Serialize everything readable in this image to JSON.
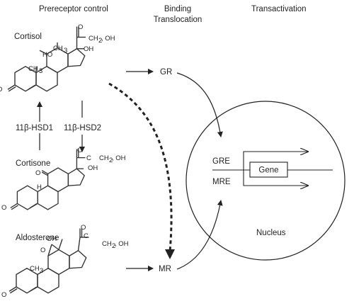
{
  "headers": {
    "col1": "Prereceptor control",
    "col2_line1": "Binding",
    "col2_line2": "Translocation",
    "col3": "Transactivation"
  },
  "molecules": {
    "cortisol": "Cortisol",
    "cortisone": "Cortisone",
    "aldosterone": "Aldosterone"
  },
  "enzymes": {
    "hsd1": "11β-HSD1",
    "hsd2": "11β-HSD2"
  },
  "receptors": {
    "gr": "GR",
    "mr": "MR"
  },
  "nucleus": {
    "label": "Nucleus",
    "gre": "GRE",
    "mre": "MRE",
    "gene": "Gene"
  },
  "atoms": {
    "ho": "HO",
    "oh": "OH",
    "o": "O",
    "ch3": "CH",
    "ch3_sub": "3",
    "h": "H",
    "c": "C",
    "ch2oh": "CH",
    "ch2oh_sub": "2",
    "ch2oh_tail": ", OH"
  },
  "colors": {
    "ink": "#222222",
    "background": "#ffffff"
  }
}
